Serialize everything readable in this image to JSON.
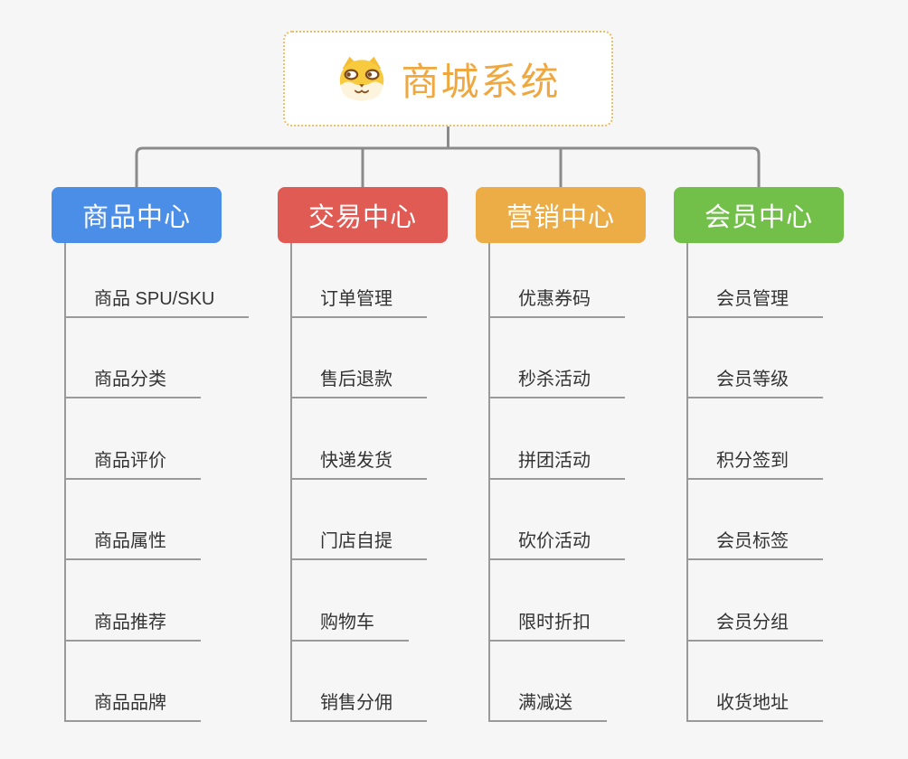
{
  "root": {
    "title": "商城系统",
    "icon": "dog-icon",
    "title_color": "#efa840"
  },
  "columns": [
    {
      "label": "商品中心",
      "color": "#4a8ee8",
      "items": [
        "商品 SPU/SKU",
        "商品分类",
        "商品评价",
        "商品属性",
        "商品推荐",
        "商品品牌"
      ]
    },
    {
      "label": "交易中心",
      "color": "#e15b55",
      "items": [
        "订单管理",
        "售后退款",
        "快递发货",
        "门店自提",
        "购物车",
        "销售分佣"
      ]
    },
    {
      "label": "营销中心",
      "color": "#ecac46",
      "items": [
        "优惠券码",
        "秒杀活动",
        "拼团活动",
        "砍价活动",
        "限时折扣",
        "满减送"
      ]
    },
    {
      "label": "会员中心",
      "color": "#72c04a",
      "items": [
        "会员管理",
        "会员等级",
        "积分签到",
        "会员标签",
        "会员分组",
        "收货地址"
      ]
    }
  ],
  "connector_color": "#8b8b8b",
  "trunk_color": "#9a9a9a",
  "background_color": "#f6f6f6"
}
